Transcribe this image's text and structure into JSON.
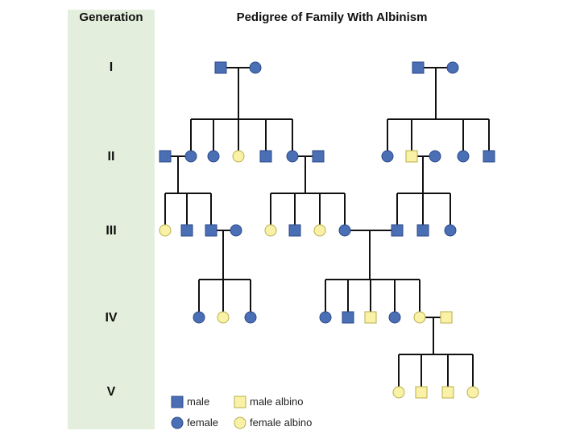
{
  "title": "Pedigree of Family With Albinism",
  "generation_header": "Generation",
  "generations": [
    "I",
    "II",
    "III",
    "IV",
    "V"
  ],
  "legend": {
    "male": "male",
    "female": "female",
    "male_albino": "male albino",
    "female_albino": "female albino"
  },
  "colors": {
    "normal": "#4a6fb5",
    "albino": "#f9f2a6",
    "outline": "#2d4a8a",
    "albino_outline": "#b9ad4a",
    "line": "#111111",
    "generation_column": "#e3efdc"
  }
}
